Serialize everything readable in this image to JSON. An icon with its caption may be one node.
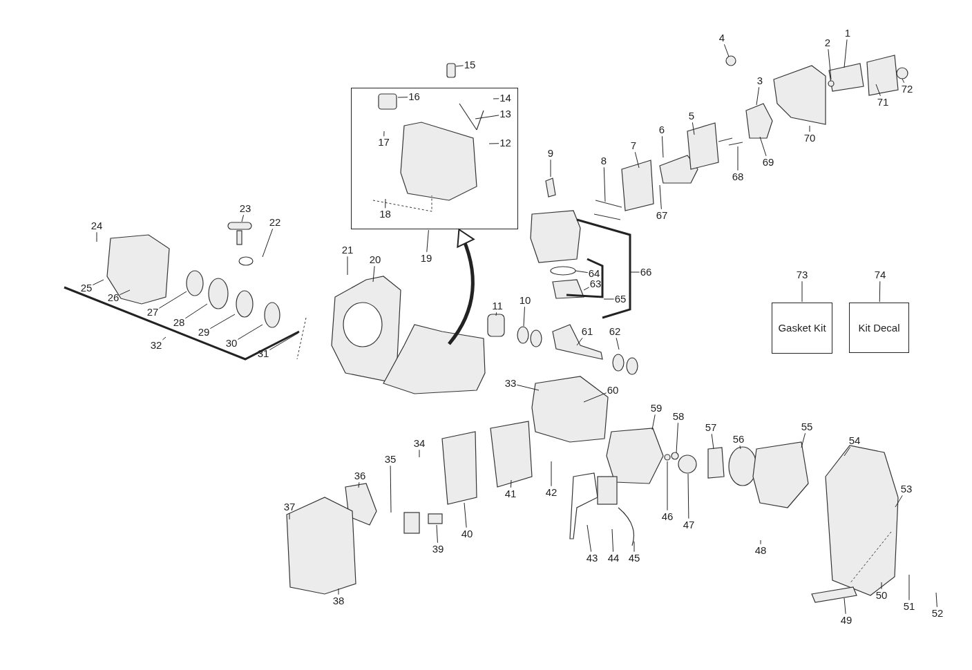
{
  "diagram": {
    "nodes": [
      {
        "text": [],
        "shape": "box"
      },
      {
        "text": [
          "1"
        ]
      },
      {
        "text": [
          "2"
        ]
      },
      {
        "text": [
          "3"
        ]
      },
      {
        "text": [
          "4"
        ]
      },
      {
        "text": [
          "5"
        ]
      },
      {
        "text": [
          "6"
        ]
      },
      {
        "text": [
          "7"
        ]
      },
      {
        "text": [
          "8"
        ]
      },
      {
        "text": [
          "9"
        ]
      },
      {
        "text": [
          "10"
        ]
      },
      {
        "text": [
          "11"
        ]
      },
      {
        "text": [
          "12"
        ],
        "in": 0
      },
      {
        "text": [
          "13"
        ],
        "in": 0
      },
      {
        "text": [
          "14"
        ],
        "in": 0
      },
      {
        "text": [
          "15"
        ]
      },
      {
        "text": [
          "16"
        ],
        "in": 0
      },
      {
        "text": [
          "17"
        ],
        "in": 0
      },
      {
        "text": [
          "18"
        ],
        "in": 0
      },
      {
        "text": [
          "19"
        ]
      },
      {
        "text": [
          "20"
        ]
      },
      {
        "text": [
          "21"
        ]
      },
      {
        "text": [
          "22"
        ]
      },
      {
        "text": [
          "23"
        ]
      },
      {
        "text": [
          "24"
        ]
      },
      {
        "text": [
          "25"
        ]
      },
      {
        "text": [
          "26"
        ]
      },
      {
        "text": [
          "27"
        ]
      },
      {
        "text": [
          "28"
        ]
      },
      {
        "text": [
          "29"
        ]
      },
      {
        "text": [
          "30"
        ]
      },
      {
        "text": [
          "31"
        ]
      },
      {
        "text": [
          "32"
        ]
      },
      {
        "text": [
          "33"
        ]
      },
      {
        "text": [
          "34"
        ]
      },
      {
        "text": [
          "35"
        ]
      },
      {
        "text": [
          "36"
        ]
      },
      {
        "text": [
          "37"
        ]
      },
      {
        "text": [
          "38"
        ]
      },
      {
        "text": [
          "39"
        ]
      },
      {
        "text": [
          "40"
        ]
      },
      {
        "text": [
          "41"
        ]
      },
      {
        "text": [
          "42"
        ]
      },
      {
        "text": [
          "43"
        ]
      },
      {
        "text": [
          "44"
        ]
      },
      {
        "text": [
          "45"
        ]
      },
      {
        "text": [
          "46"
        ]
      },
      {
        "text": [
          "47"
        ]
      },
      {
        "text": [
          "48"
        ]
      },
      {
        "text": [
          "49"
        ]
      },
      {
        "text": [
          "50"
        ]
      },
      {
        "text": [
          "51"
        ]
      },
      {
        "text": [
          "52"
        ]
      },
      {
        "text": [
          "53"
        ]
      },
      {
        "text": [
          "54"
        ]
      },
      {
        "text": [
          "55"
        ]
      },
      {
        "text": [
          "56"
        ]
      },
      {
        "text": [
          "57"
        ]
      },
      {
        "text": [
          "58"
        ]
      },
      {
        "text": [
          "59"
        ]
      },
      {
        "text": [
          "60"
        ]
      },
      {
        "text": [
          "61"
        ]
      },
      {
        "text": [
          "62"
        ]
      },
      {
        "text": [
          "63"
        ]
      },
      {
        "text": [
          "64"
        ]
      },
      {
        "text": [
          "65"
        ]
      },
      {
        "text": [
          "66"
        ]
      },
      {
        "text": [
          "67"
        ]
      },
      {
        "text": [
          "68"
        ]
      },
      {
        "text": [
          "69"
        ]
      },
      {
        "text": [
          "70"
        ]
      },
      {
        "text": [
          "71"
        ]
      },
      {
        "text": [
          "72"
        ]
      },
      {
        "text": [
          "73"
        ]
      },
      {
        "text": [
          "74"
        ]
      },
      {
        "text": [
          "Gasket Kit"
        ]
      },
      {
        "text": [
          "Kit Decal"
        ]
      }
    ],
    "edges": [
      {
        "from": 1,
        "to": null,
        "arrow": "none"
      },
      {
        "from": 2,
        "to": null,
        "arrow": "none"
      },
      {
        "from": 3,
        "to": null,
        "arrow": "none"
      },
      {
        "from": 4,
        "to": null,
        "arrow": "none"
      },
      {
        "from": 5,
        "to": null,
        "arrow": "none"
      },
      {
        "from": 6,
        "to": null,
        "arrow": "none"
      },
      {
        "from": 7,
        "to": null,
        "arrow": "none"
      },
      {
        "from": 8,
        "to": null,
        "arrow": "none"
      },
      {
        "from": 9,
        "to": null,
        "arrow": "none"
      },
      {
        "from": 10,
        "to": null,
        "arrow": "none"
      },
      {
        "from": 11,
        "to": null,
        "arrow": "none"
      },
      {
        "from": 12,
        "to": null,
        "arrow": "none"
      },
      {
        "from": 13,
        "to": null,
        "arrow": "none"
      },
      {
        "from": 14,
        "to": null,
        "arrow": "none"
      },
      {
        "from": 15,
        "to": null,
        "arrow": "none"
      },
      {
        "from": 16,
        "to": null,
        "arrow": "none"
      },
      {
        "from": 17,
        "to": null,
        "arrow": "none"
      },
      {
        "from": 18,
        "to": null,
        "arrow": "none"
      },
      {
        "from": 19,
        "to": 0,
        "arrow": "none"
      },
      {
        "from": 20,
        "to": null,
        "arrow": "none"
      },
      {
        "from": 21,
        "to": null,
        "arrow": "none"
      },
      {
        "from": 22,
        "to": null,
        "arrow": "none"
      },
      {
        "from": 23,
        "to": null,
        "arrow": "none"
      },
      {
        "from": 24,
        "to": null,
        "arrow": "none"
      },
      {
        "from": 25,
        "to": null,
        "arrow": "none"
      },
      {
        "from": 26,
        "to": null,
        "arrow": "none"
      },
      {
        "from": 27,
        "to": null,
        "arrow": "none"
      },
      {
        "from": 28,
        "to": null,
        "arrow": "none"
      },
      {
        "from": 29,
        "to": null,
        "arrow": "none"
      },
      {
        "from": 30,
        "to": null,
        "arrow": "none"
      },
      {
        "from": 31,
        "to": null,
        "arrow": "none"
      },
      {
        "from": 32,
        "to": null,
        "arrow": "none"
      },
      {
        "from": 33,
        "to": null,
        "arrow": "none"
      },
      {
        "from": 34,
        "to": null,
        "arrow": "none"
      },
      {
        "from": 35,
        "to": null,
        "arrow": "none"
      },
      {
        "from": 36,
        "to": null,
        "arrow": "none"
      },
      {
        "from": 37,
        "to": null,
        "arrow": "none"
      },
      {
        "from": 38,
        "to": null,
        "arrow": "none"
      },
      {
        "from": 39,
        "to": null,
        "arrow": "none"
      },
      {
        "from": 40,
        "to": null,
        "arrow": "none"
      },
      {
        "from": 41,
        "to": null,
        "arrow": "none"
      },
      {
        "from": 42,
        "to": null,
        "arrow": "none"
      },
      {
        "from": 43,
        "to": null,
        "arrow": "none"
      },
      {
        "from": 44,
        "to": null,
        "arrow": "none"
      },
      {
        "from": 45,
        "to": null,
        "arrow": "none"
      },
      {
        "from": 46,
        "to": null,
        "arrow": "none"
      },
      {
        "from": 47,
        "to": null,
        "arrow": "none"
      },
      {
        "from": 48,
        "to": null,
        "arrow": "none"
      },
      {
        "from": 49,
        "to": null,
        "arrow": "none"
      },
      {
        "from": 50,
        "to": null,
        "arrow": "none"
      },
      {
        "from": 51,
        "to": null,
        "arrow": "none"
      },
      {
        "from": 52,
        "to": null,
        "arrow": "none"
      },
      {
        "from": 53,
        "to": null,
        "arrow": "none"
      },
      {
        "from": 54,
        "to": null,
        "arrow": "none"
      },
      {
        "from": 55,
        "to": null,
        "arrow": "none"
      },
      {
        "from": 56,
        "to": null,
        "arrow": "none"
      },
      {
        "from": 57,
        "to": null,
        "arrow": "none"
      },
      {
        "from": 58,
        "to": null,
        "arrow": "none"
      },
      {
        "from": 59,
        "to": null,
        "arrow": "none"
      },
      {
        "from": 60,
        "to": null,
        "arrow": "none"
      },
      {
        "from": 61,
        "to": null,
        "arrow": "none"
      },
      {
        "from": 62,
        "to": null,
        "arrow": "none"
      },
      {
        "from": 63,
        "to": null,
        "arrow": "none"
      },
      {
        "from": 64,
        "to": null,
        "arrow": "none"
      },
      {
        "from": 65,
        "to": null,
        "arrow": "none"
      },
      {
        "from": 66,
        "to": null,
        "arrow": "none"
      },
      {
        "from": 67,
        "to": null,
        "arrow": "none"
      },
      {
        "from": 68,
        "to": null,
        "arrow": "none"
      },
      {
        "from": 69,
        "to": null,
        "arrow": "none"
      },
      {
        "from": 70,
        "to": null,
        "arrow": "none"
      },
      {
        "from": 71,
        "to": null,
        "arrow": "none"
      },
      {
        "from": 72,
        "to": null,
        "arrow": "none"
      },
      {
        "from": 73,
        "to": 75,
        "arrow": "none"
      },
      {
        "from": 74,
        "to": 76,
        "arrow": "none"
      },
      {
        "from": null,
        "to": 0,
        "arrow": "to",
        "style": "thick"
      }
    ]
  }
}
